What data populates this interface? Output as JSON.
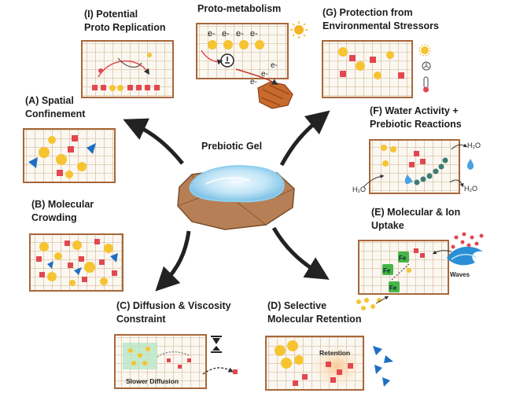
{
  "center": {
    "title": "Prebiotic Gel"
  },
  "panels": {
    "I": {
      "line1": "(I) Potential",
      "line2": "Proto Replication"
    },
    "metab": {
      "title": "Proto-metabolism",
      "electron": "e-"
    },
    "G": {
      "line1": "(G) Protection from",
      "line2": "Environmental Stressors"
    },
    "A": {
      "line1": "(A) Spatial",
      "line2": "Confinement"
    },
    "F": {
      "line1": "(F) Water Activity +",
      "line2": "Prebiotic Reactions",
      "water": "H₂O",
      "water_in": "H₂O"
    },
    "B": {
      "line1": "(B) Molecular",
      "line2": "Crowding"
    },
    "E": {
      "line1": "(E) Molecular & Ion",
      "line2": "Uptake",
      "ion": "Fe",
      "waves": "Waves"
    },
    "C": {
      "line1": "(C) Diffusion & Viscosity",
      "line2": "Constraint",
      "note": "Slower Diffusion"
    },
    "D": {
      "line1": "(D) Selective",
      "line2": "Molecular Retention",
      "note": "Retention"
    }
  },
  "colors": {
    "frame": "#a8673a",
    "grid": "#cdb08a",
    "yellow": "#f6c431",
    "red": "#e2474f",
    "blue": "#1f6fc4",
    "arrow": "#222222",
    "teal": "#3c7c73",
    "gel": "#bfe4f6",
    "rock": "#b77f55"
  }
}
